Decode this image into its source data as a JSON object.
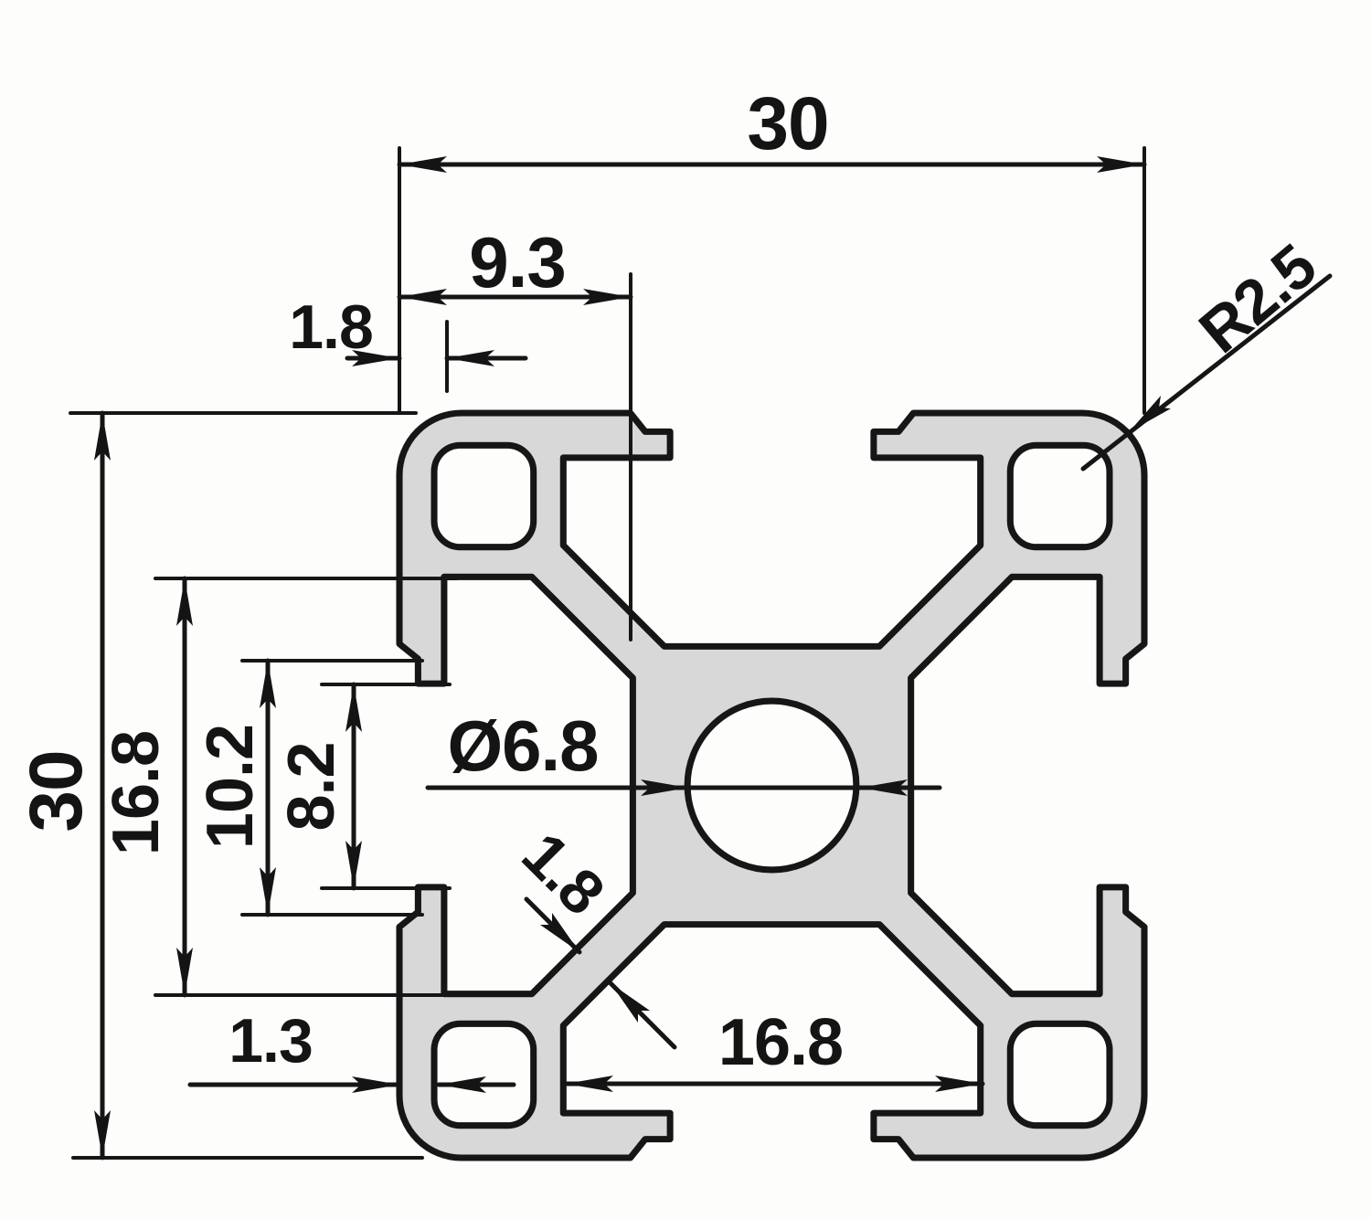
{
  "drawing": {
    "kind": "technical cross-section drawing",
    "subject": "30x30 T-slot aluminum extrusion profile",
    "units_shown": "mm",
    "colors": {
      "outline": "#161616",
      "profile_fill": "#d8d8d8",
      "dimension_lines": "#161616",
      "background": "#fdfdfc"
    },
    "dims": {
      "overall_width": "30",
      "overall_height": "30",
      "slot_edge_offset": "9.3",
      "top_wall_thickness": "1.8",
      "corner_radius": "R2.5",
      "slot_inner_width_left": "16.8",
      "slot_mid_width": "10.2",
      "slot_opening_width": "8.2",
      "center_hole_diameter": "Ø6.8",
      "web_thickness": "1.8",
      "bottom_wall_thickness": "1.3",
      "slot_inner_width_bottom": "16.8"
    }
  }
}
